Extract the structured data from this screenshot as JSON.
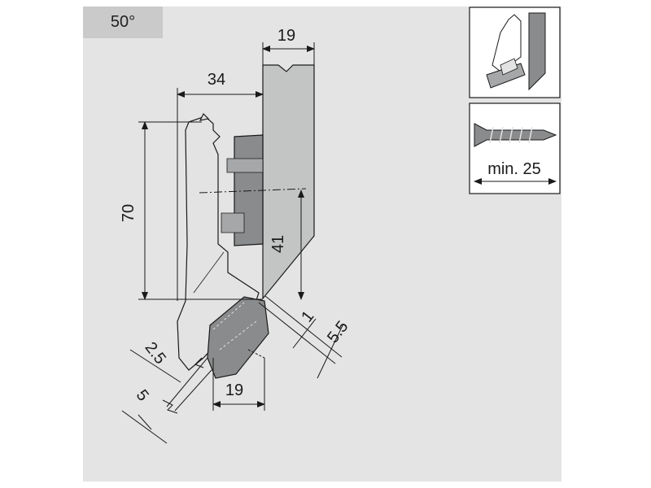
{
  "angle_label": "50°",
  "dimensions": {
    "plate_thickness": "19",
    "arm_offset": "34",
    "height": "70",
    "plate_height": "41",
    "offset_1": "1",
    "offset_5_5": "5.5",
    "offset_2_5": "2.5",
    "offset_5": "5",
    "cup_width": "19"
  },
  "screw_spec": "min. 25",
  "colors": {
    "panel_bg": "#e3e4e3",
    "angle_box": "#c9cac9",
    "plate_fill": "#c3c5c5",
    "hinge_dark": "#8a8b8c",
    "hinge_body": "#e2e3e2",
    "line": "#1a1a1a"
  },
  "icons": [
    "hinge-mount-icon",
    "screw-icon"
  ]
}
